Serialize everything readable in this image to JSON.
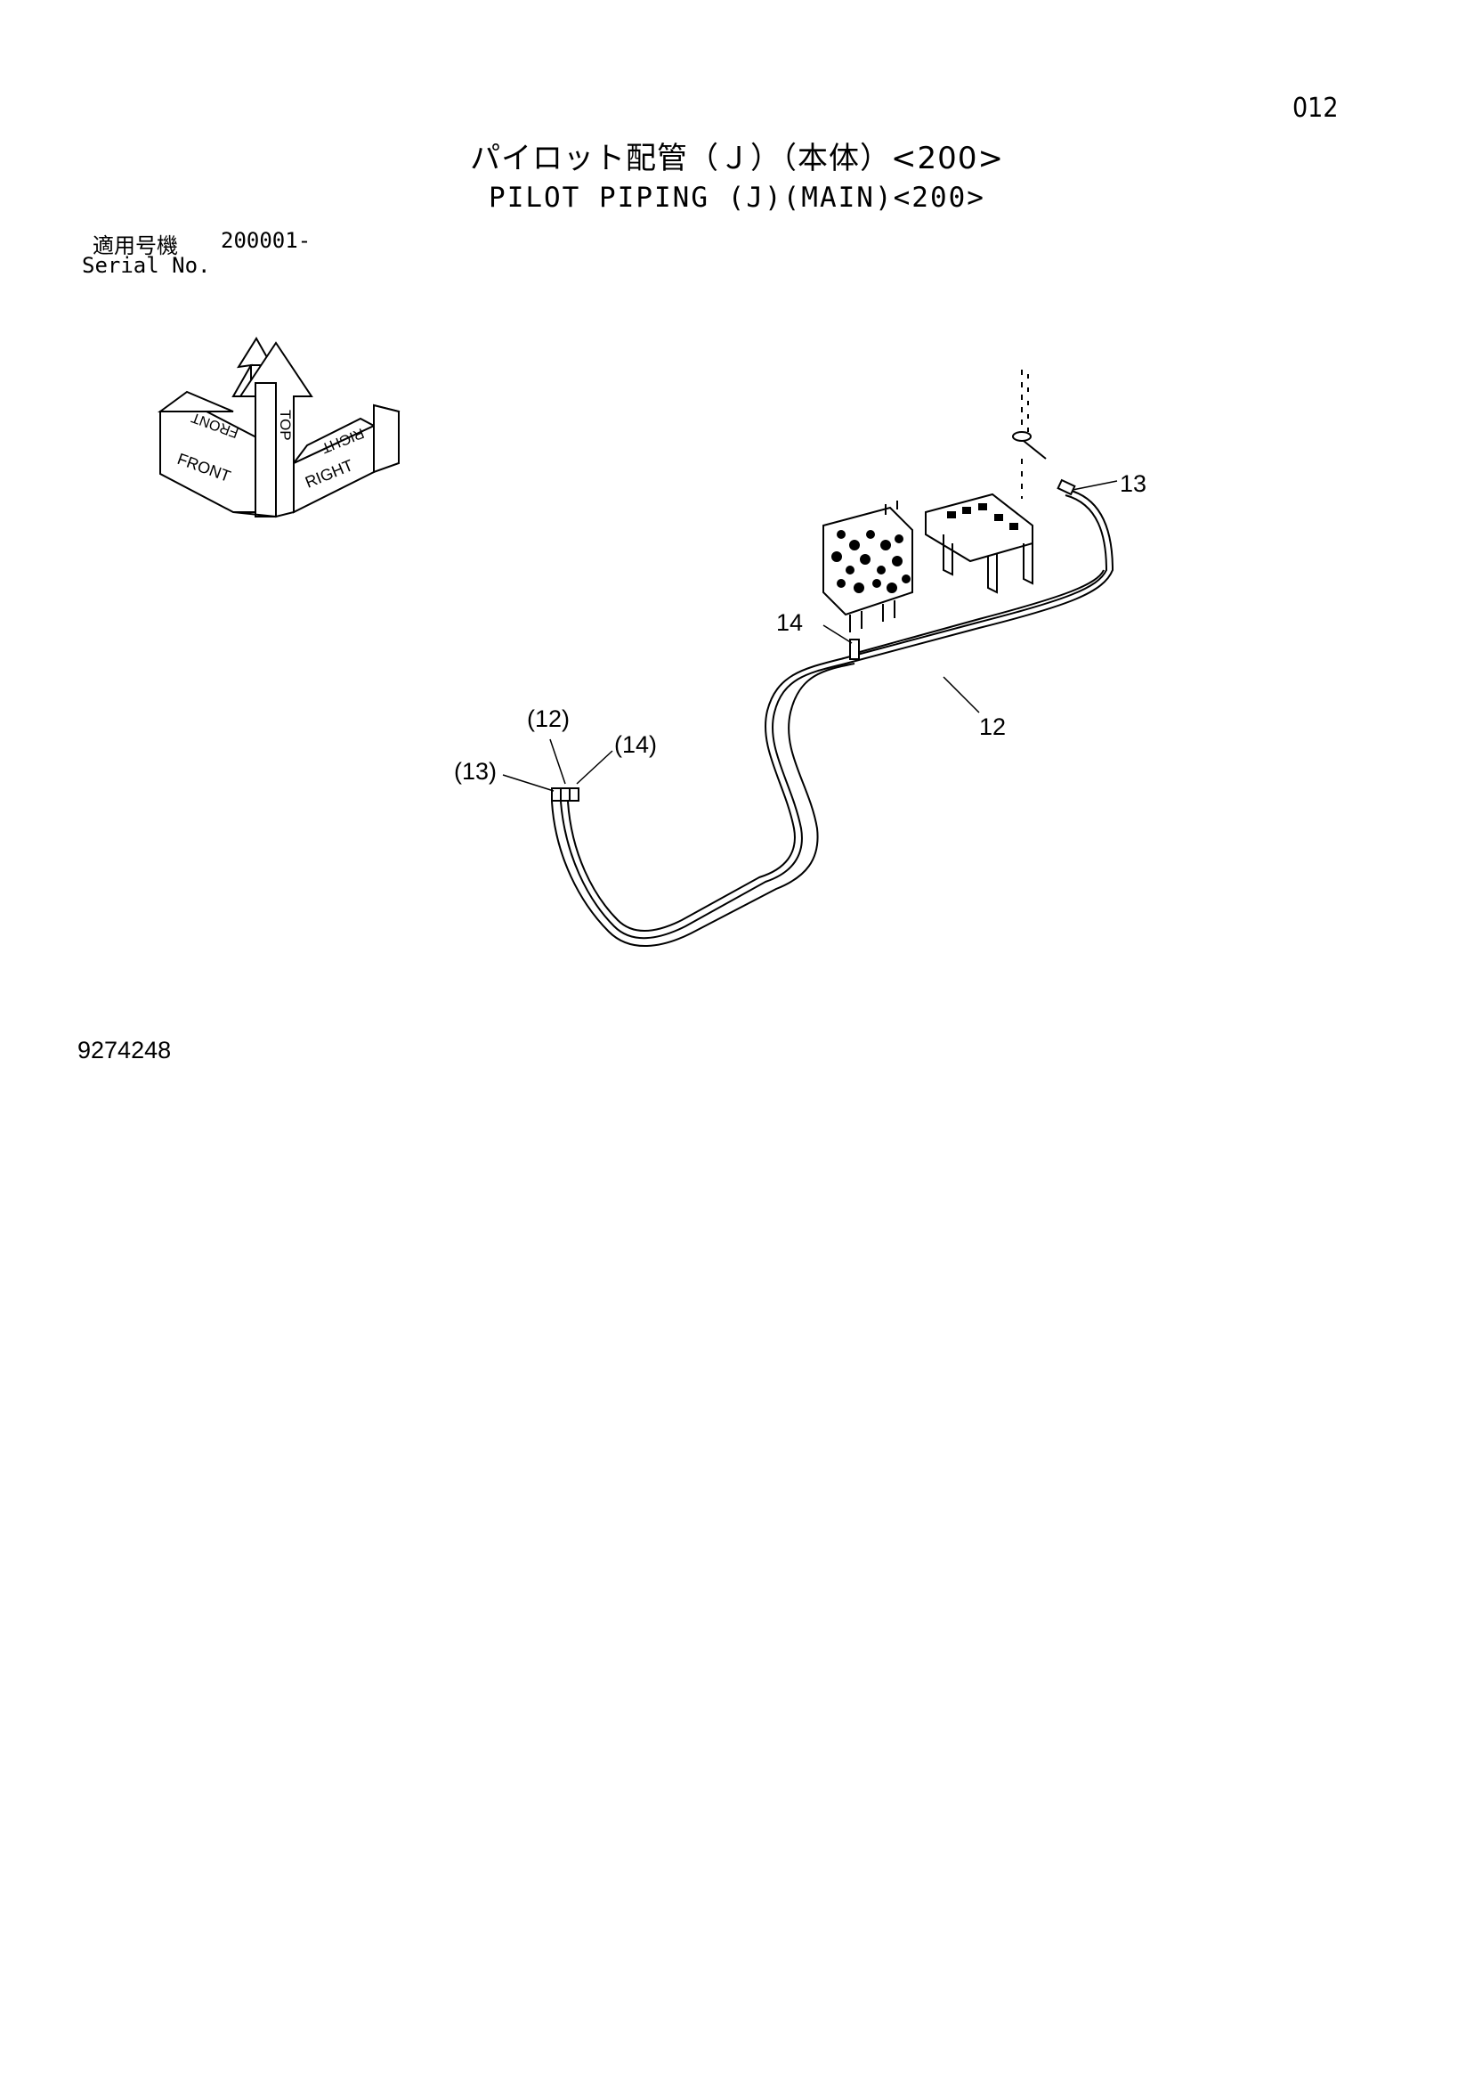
{
  "page_number": "012",
  "title_jp": "パイロット配管（Ｊ）（本体）<200>",
  "title_en": "PILOT PIPING (J)(MAIN)<200>",
  "serial": {
    "label_jp": "適用号機",
    "label_en": "Serial No.",
    "value": "200001-"
  },
  "orientation_labels": {
    "front": "FRONT",
    "top": "TOP",
    "right": "RIGHT"
  },
  "callouts": {
    "c13_top": "13",
    "c14_top": "14",
    "c12_main": "12",
    "c12_paren": "(12)",
    "c14_paren": "(14)",
    "c13_paren": "(13)"
  },
  "document_id": "9274248"
}
